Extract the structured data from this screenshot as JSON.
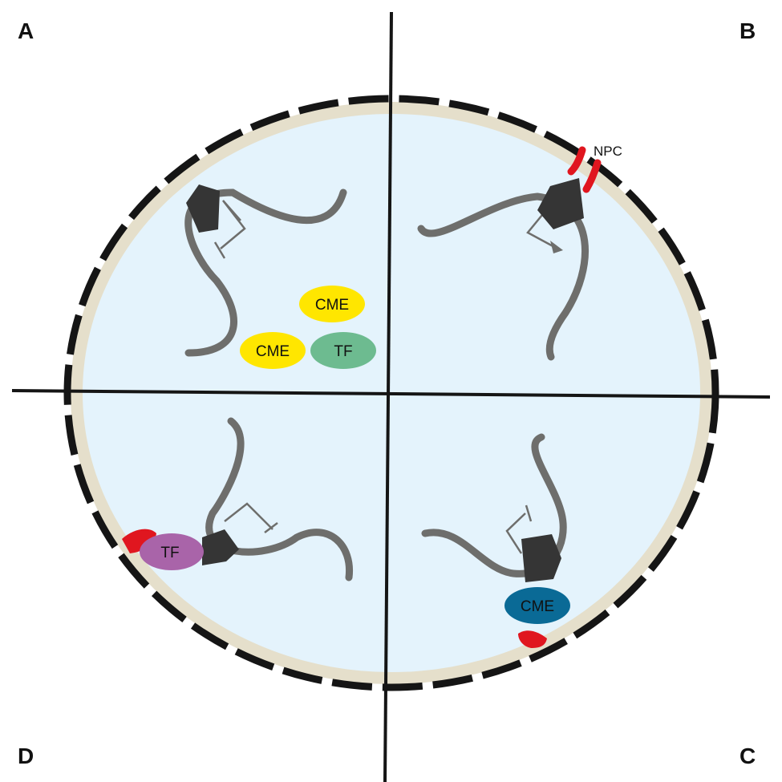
{
  "panels": {
    "a": "A",
    "b": "B",
    "c": "C",
    "d": "D"
  },
  "labels": {
    "npc": "NPC",
    "cme_1": "CME",
    "cme_2": "CME",
    "tf_center": "TF",
    "tf_periphery": "TF",
    "cme_periphery": "CME"
  },
  "colors": {
    "nucleoplasm": "#e4f3fc",
    "nuclear_envelope": "#e5dfcb",
    "lamina_dash": "#151515",
    "chromatin": "#6e6e6c",
    "promoter": "#353535",
    "cme": "#ffe600",
    "tf_center": "#6dbb90",
    "tf_periphery": "#a964a9",
    "cme_periphery": "#0a6a96",
    "anchor": "#e0161f"
  },
  "icons": {
    "promoter_arrow": "block-arrow-icon",
    "repressed_mark": "t-bar-icon",
    "active_mark": "bent-arrow-icon"
  }
}
